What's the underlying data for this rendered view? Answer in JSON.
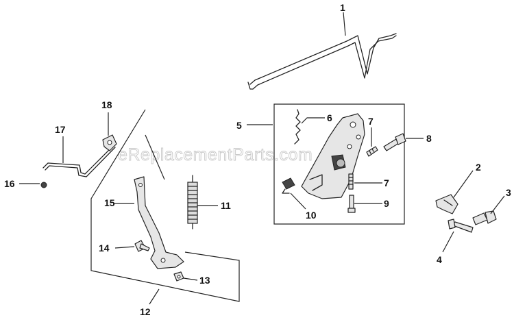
{
  "watermark": "eReplacementParts.com",
  "callouts": [
    {
      "id": "1",
      "label": "1"
    },
    {
      "id": "2",
      "label": "2"
    },
    {
      "id": "3",
      "label": "3"
    },
    {
      "id": "4",
      "label": "4"
    },
    {
      "id": "5",
      "label": "5"
    },
    {
      "id": "6",
      "label": "6"
    },
    {
      "id": "7a",
      "label": "7"
    },
    {
      "id": "7b",
      "label": "7"
    },
    {
      "id": "8",
      "label": "8"
    },
    {
      "id": "9",
      "label": "9"
    },
    {
      "id": "10",
      "label": "10"
    },
    {
      "id": "11",
      "label": "11"
    },
    {
      "id": "12",
      "label": "12"
    },
    {
      "id": "13",
      "label": "13"
    },
    {
      "id": "14",
      "label": "14"
    },
    {
      "id": "15",
      "label": "15"
    },
    {
      "id": "16",
      "label": "16"
    },
    {
      "id": "17",
      "label": "17"
    },
    {
      "id": "18",
      "label": "18"
    }
  ]
}
